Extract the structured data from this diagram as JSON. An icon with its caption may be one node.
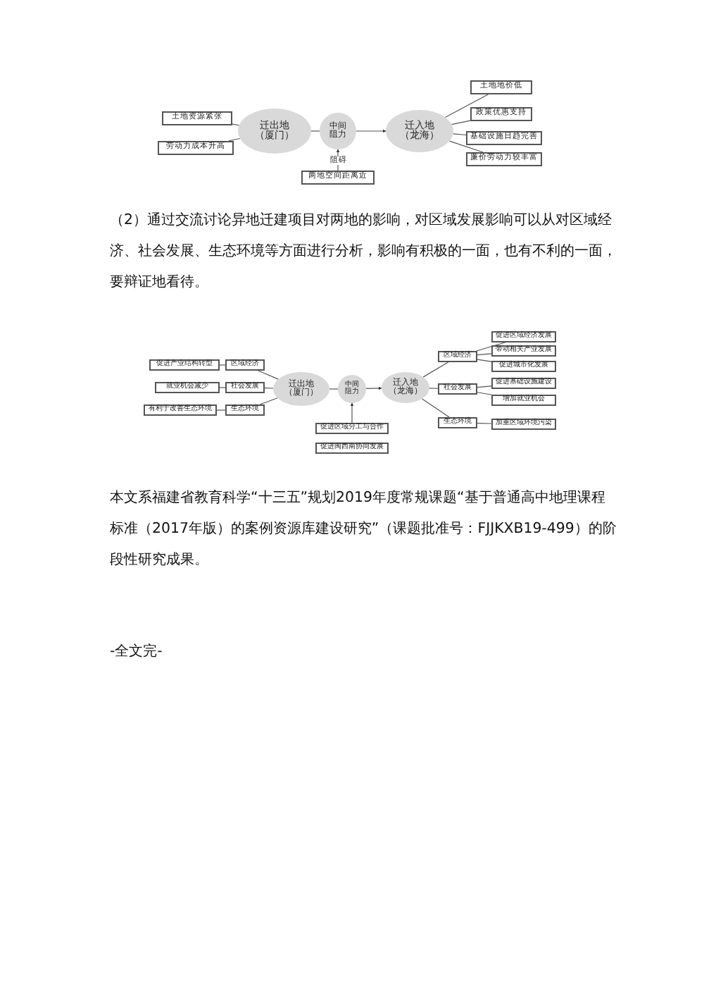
{
  "diagram": {
    "nodes": [
      {
        "text": [
          "土地资源紧张"
        ]
      },
      {
        "text": [
          "劳动力成本升高"
        ]
      },
      {
        "text": [
          "迁出地（厦门）"
        ]
      },
      {
        "text": [
          "中间阻力"
        ]
      },
      {
        "text": [
          "迁入地（龙海）"
        ]
      },
      {
        "text": [
          "土地地价低"
        ]
      },
      {
        "text": [
          "政策优惠支持"
        ]
      },
      {
        "text": [
          "基础设施日趋完善"
        ]
      },
      {
        "text": [
          "廉价劳动力较丰富"
        ]
      },
      {
        "text": [
          "两地空间距离近"
        ]
      },
      {
        "text": [
          "促进产业结构转型"
        ]
      },
      {
        "text": [
          "区域经济"
        ]
      },
      {
        "text": [
          "就业机会减少"
        ]
      },
      {
        "text": [
          "社会发展"
        ]
      },
      {
        "text": [
          "有利于改善生态环境"
        ]
      },
      {
        "text": [
          "生态环境"
        ]
      },
      {
        "text": [
          "迁出地（厦门）"
        ]
      },
      {
        "text": [
          "中间阻力"
        ]
      },
      {
        "text": [
          "迁入地（龙海）"
        ]
      },
      {
        "text": [
          "区域经济"
        ]
      },
      {
        "text": [
          "社会发展"
        ]
      },
      {
        "text": [
          "生态环境"
        ]
      },
      {
        "text": [
          "促进区域经济发展"
        ]
      },
      {
        "text": [
          "带动相关产业发展"
        ]
      },
      {
        "text": [
          "促进城市化发展"
        ]
      },
      {
        "text": [
          "促进基础设施建设"
        ]
      },
      {
        "text": [
          "增加就业机会"
        ]
      },
      {
        "text": [
          "加重区域环境污染"
        ]
      },
      {
        "text": [
          "促进区域分工与合作"
        ]
      },
      {
        "text": [
          "促进闽西南协同发展"
        ]
      }
    ],
    "edges": [
      {
        "from": 0,
        "to": 2,
        "arrow": "none"
      },
      {
        "from": 1,
        "to": 2,
        "arrow": "none"
      },
      {
        "from": 2,
        "to": 3,
        "arrow": "none"
      },
      {
        "from": 3,
        "to": 4,
        "arrow": "to"
      },
      {
        "from": 4,
        "to": 5,
        "arrow": "none"
      },
      {
        "from": 4,
        "to": 6,
        "arrow": "none"
      },
      {
        "from": 4,
        "to": 7,
        "arrow": "none"
      },
      {
        "from": 4,
        "to": 8,
        "arrow": "none"
      },
      {
        "from": 9,
        "to": 3,
        "arrow": "to",
        "label": "阻碍"
      },
      {
        "from": 10,
        "to": 11,
        "arrow": "none"
      },
      {
        "from": 11,
        "to": 16,
        "arrow": "none"
      },
      {
        "from": 12,
        "to": 13,
        "arrow": "none"
      },
      {
        "from": 13,
        "to": 16,
        "arrow": "none"
      },
      {
        "from": 14,
        "to": 15,
        "arrow": "none"
      },
      {
        "from": 15,
        "to": 16,
        "arrow": "none"
      },
      {
        "from": 16,
        "to": 17,
        "arrow": "none"
      },
      {
        "from": 17,
        "to": 18,
        "arrow": "to"
      },
      {
        "from": 18,
        "to": 19,
        "arrow": "none"
      },
      {
        "from": 18,
        "to": 20,
        "arrow": "none"
      },
      {
        "from": 18,
        "to": 21,
        "arrow": "none"
      },
      {
        "from": 19,
        "to": 22,
        "arrow": "none"
      },
      {
        "from": 19,
        "to": 23,
        "arrow": "none"
      },
      {
        "from": 19,
        "to": 24,
        "arrow": "none"
      },
      {
        "from": 20,
        "to": 25,
        "arrow": "none"
      },
      {
        "from": 20,
        "to": 26,
        "arrow": "none"
      },
      {
        "from": 21,
        "to": 27,
        "arrow": "none"
      },
      {
        "from": 28,
        "to": 17,
        "arrow": "to"
      }
    ],
    "labels": [
      "（2）通过交流讨论异地迁建项目对两地的影响，对区域发展影响可以从对区域经济、社会发展、生态环境等方面进行分析，影响有积极的一面，也有不利的一面，要辩证地看待。",
      "本文系福建省教育科学“十三五”规划2019年度常规课题“基于普通高中地理课程标准（2017年版）的案例资源库建设研究”（课题批准号：FJJKXB19-499）的阶段性研究成果。",
      "-全文完-"
    ]
  }
}
